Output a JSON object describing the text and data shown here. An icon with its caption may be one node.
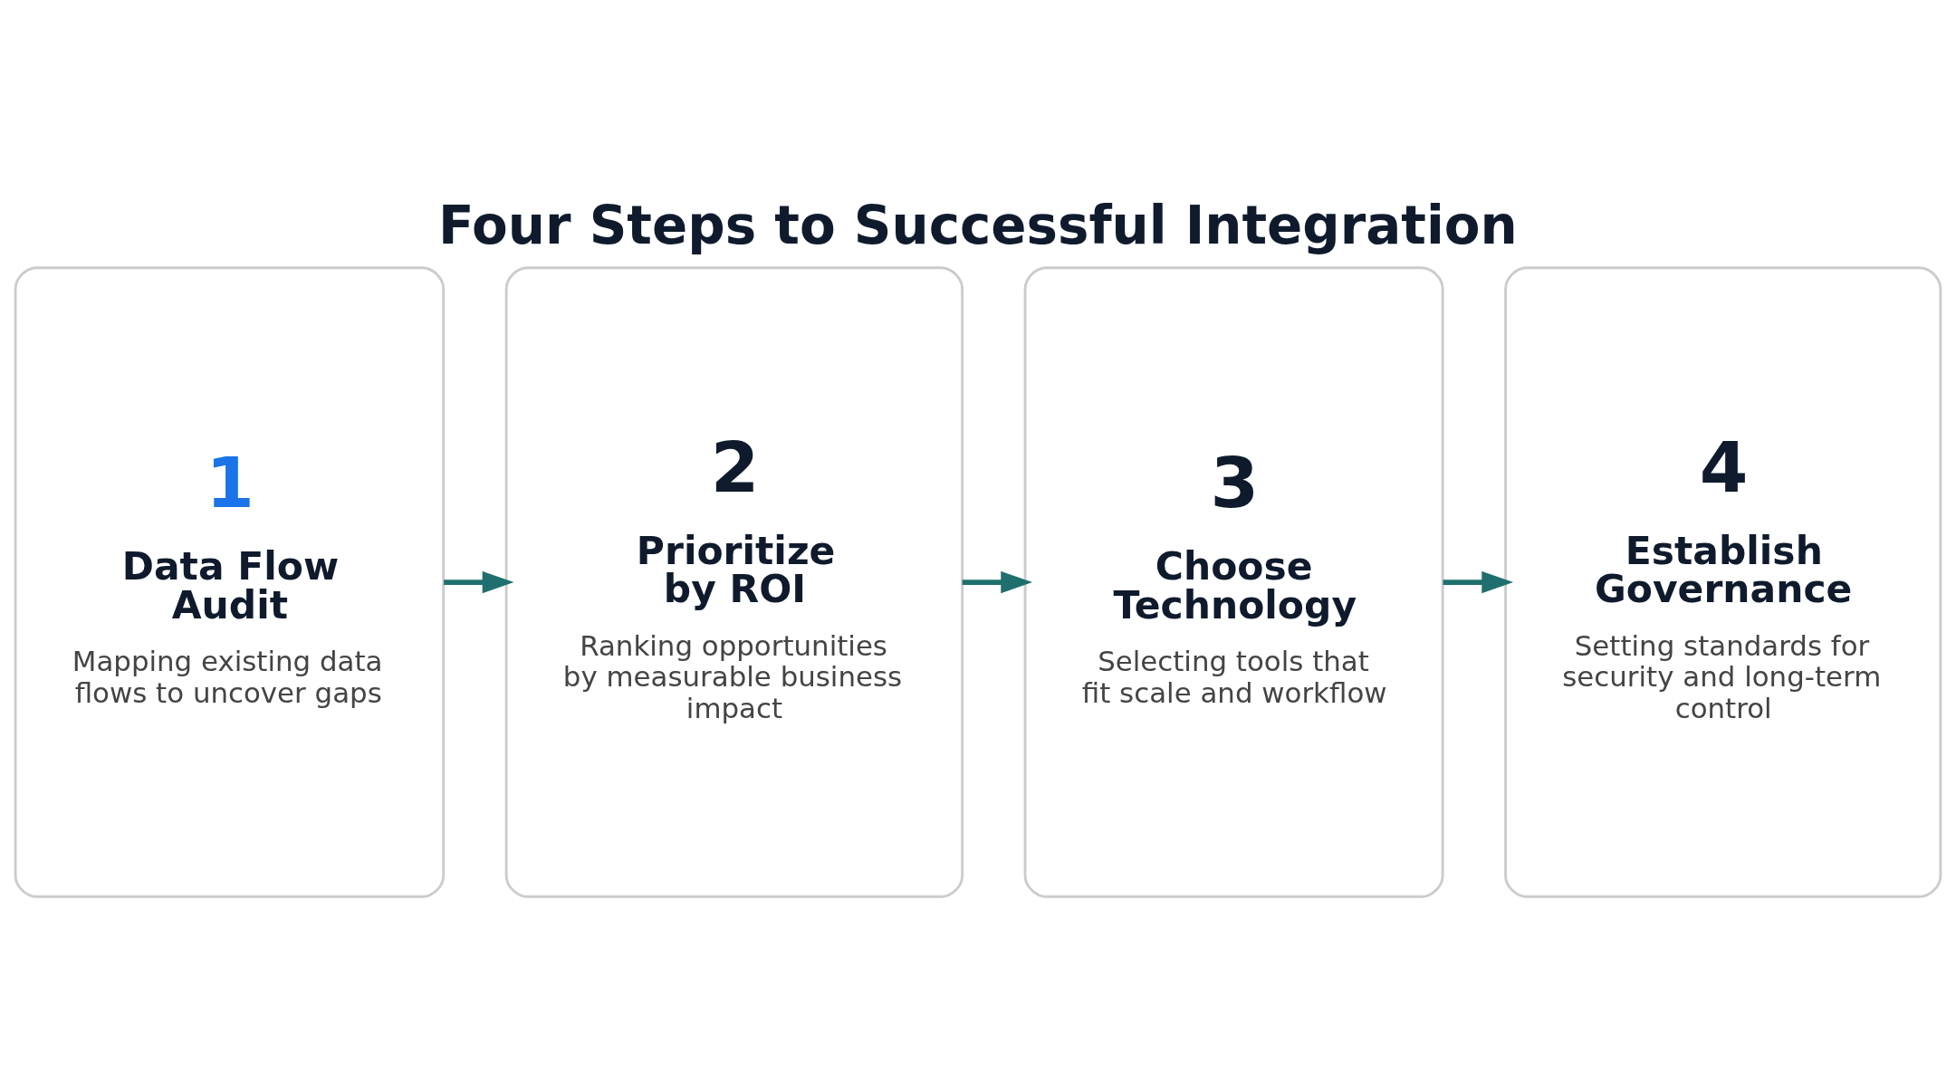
{
  "diagram": {
    "title": "Four Steps to Successful Integration",
    "nodes": [
      {
        "text": [
          "1",
          "Data Flow Audit",
          "Mapping existing data flows to uncover gaps"
        ]
      },
      {
        "text": [
          "2",
          "Prioritize by ROI",
          "Ranking opportunities by measurable business impact"
        ]
      },
      {
        "text": [
          "3",
          "Choose Technology",
          "Selecting tools that fit scale and workflow"
        ]
      },
      {
        "text": [
          "4",
          "Establish Governance",
          "Setting standards for security and long-term control"
        ]
      }
    ],
    "edges": [
      {
        "from": 0,
        "to": 1,
        "arrow": "to"
      },
      {
        "from": 1,
        "to": 2,
        "arrow": "to"
      },
      {
        "from": 2,
        "to": 3,
        "arrow": "to"
      }
    ]
  }
}
